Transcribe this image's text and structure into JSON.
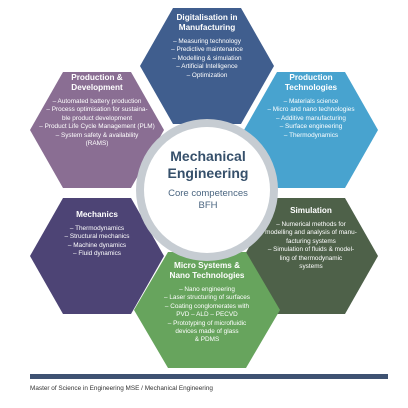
{
  "colors": {
    "top": "#405e8e",
    "upper_right": "#48a3cf",
    "lower_right": "#4e6149",
    "bottom": "#67a45d",
    "lower_left": "#4d4475",
    "upper_left": "#8a6e93",
    "center_ring": "#c6ccd2",
    "footer_bar": "#3e5272"
  },
  "center": {
    "title_line1": "Mechanical",
    "title_line2": "Engineering",
    "sub_line1": "Core competences",
    "sub_line2": "BFH"
  },
  "hexes": {
    "top": {
      "title": [
        "Digitalisation in",
        "Manufacturing"
      ],
      "items": [
        "– Measuring technology",
        "– Predictive maintenance",
        "– Modelling & simulation",
        "– Artificial Intelligence",
        "– Optimization"
      ]
    },
    "upper_right": {
      "title": [
        "Production",
        "Technologies"
      ],
      "items": [
        "– Materials science",
        "– Micro and nano technologies",
        "– Additive manufacturing",
        "– Surface engineering",
        "– Thermodynamics"
      ]
    },
    "lower_right": {
      "title": [
        "Simulation"
      ],
      "items": [
        "– Numerical methods for",
        "modelling and analysis of manu-",
        "facturing systems",
        "– Simulation of fluids & model-",
        "ling of thermodynamic",
        "systems"
      ]
    },
    "bottom": {
      "title": [
        "Micro Systems &",
        "Nano Technologies"
      ],
      "items": [
        "– Nano engineering",
        "– Laser structuring of surfaces",
        "– Coating conglomerates with",
        "PVD – ALD – PECVD",
        "– Prototyping of microfluidic",
        "devices made of glass",
        "& PDMS"
      ]
    },
    "lower_left": {
      "title": [
        "Mechanics"
      ],
      "items": [
        "– Thermodynamics",
        "– Structural mechanics",
        "– Machine dynamics",
        "– Fluid dynamics"
      ]
    },
    "upper_left": {
      "title": [
        "Production &",
        "Development"
      ],
      "items": [
        "– Automated battery production",
        "– Process optimisation for sustaina-",
        "ble product development",
        "– Product Life Cycle Management (PLM)",
        "– System safety & availability",
        "(RAMS)"
      ]
    }
  },
  "footer": {
    "text": "Master of Science in Engineering MSE / Mechanical Engineering"
  }
}
